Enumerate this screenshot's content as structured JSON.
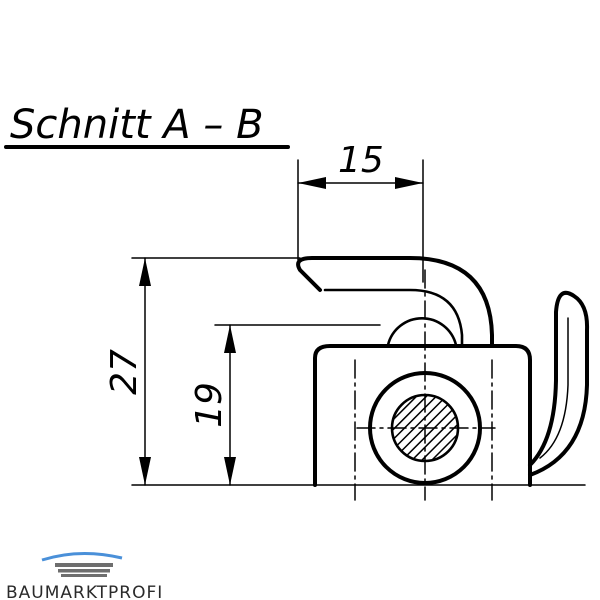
{
  "title": "Schnitt A – B",
  "dimensions": {
    "top": "15",
    "left_outer": "27",
    "left_inner": "19"
  },
  "logo": {
    "text": "BAUMARKTPROFI",
    "accent_color": "#4a90d9",
    "bar_color": "#6e6e6e"
  }
}
